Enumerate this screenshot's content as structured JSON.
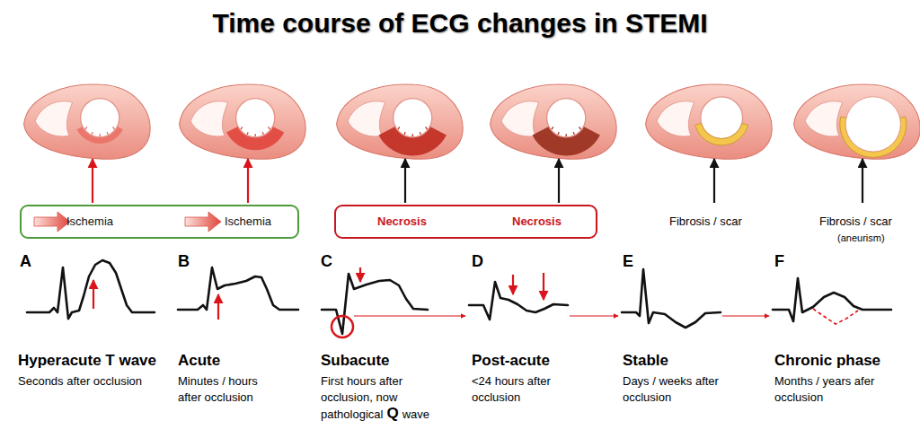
{
  "diagram": {
    "title": "Time course of ECG changes in STEMI",
    "nodes": [
      {
        "text": [
          "Ischemia",
          "Ischemia"
        ]
      },
      {
        "text": [
          "Necrosis",
          "Necrosis"
        ]
      }
    ],
    "labels": [
      "A",
      "Hyperacute T wave",
      "Seconds after occlusion",
      "B",
      "Acute",
      "Minutes / hours after occlusion",
      "C",
      "Subacute",
      "First hours after occlusion, now pathological",
      "Q",
      "wave",
      "D",
      "Post-acute",
      "<24 hours after occlusion",
      "E",
      "Stable",
      "Days / weeks after occlusion",
      "F",
      "Chronic phase",
      "Months / years afer occlusion",
      "Fibrosis / scar",
      "Fibrosis / scar",
      "(aneurism)"
    ]
  }
}
